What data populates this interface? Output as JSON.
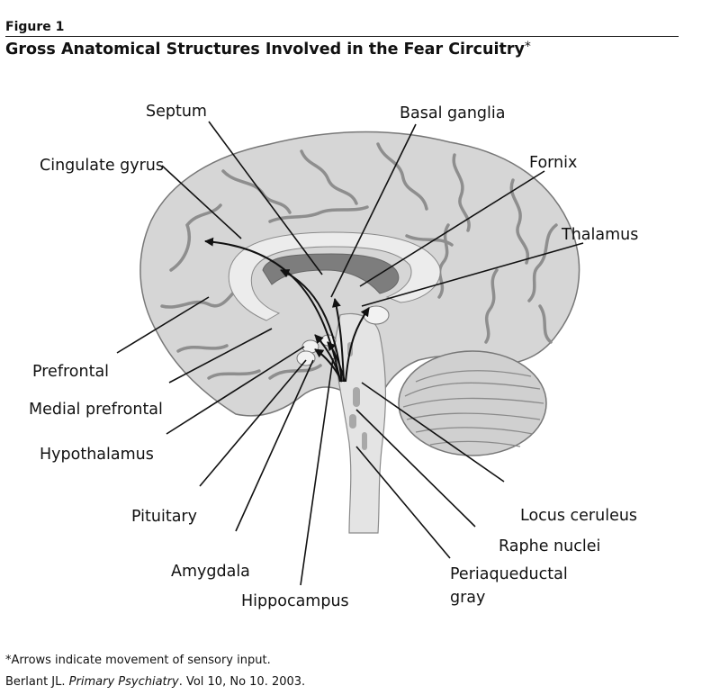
{
  "figure": {
    "label": "Figure 1",
    "title": "Gross Anatomical Structures Involved in the Fear Circuitry",
    "title_mark": "*"
  },
  "labels": {
    "septum": "Septum",
    "basal_ganglia": "Basal ganglia",
    "cingulate_gyrus": "Cingulate gyrus",
    "fornix": "Fornix",
    "thalamus": "Thalamus",
    "prefrontal": "Prefrontal",
    "medial_prefrontal": "Medial prefrontal",
    "hypothalamus": "Hypothalamus",
    "pituitary": "Pituitary",
    "amygdala": "Amygdala",
    "hippocampus": "Hippocampus",
    "locus_ceruleus": "Locus ceruleus",
    "raphe_nuclei": "Raphe nuclei",
    "periaqueductal_1": "Periaqueductal",
    "periaqueductal_2": "gray"
  },
  "footnote": "*Arrows indicate movement of sensory input.",
  "citation": {
    "author": "Berlant JL.",
    "journal": "Primary Psychiatry",
    "details": ". Vol 10, No 10. 2003."
  },
  "colors": {
    "brain_fill": "#d6d6d6",
    "sulcus": "#8e8e8e",
    "outline": "#777777",
    "corpus_callosum": "#ececec",
    "fornix_band": "#7d7d7d",
    "stem": "#e4e4e4",
    "arrow": "#111111"
  }
}
